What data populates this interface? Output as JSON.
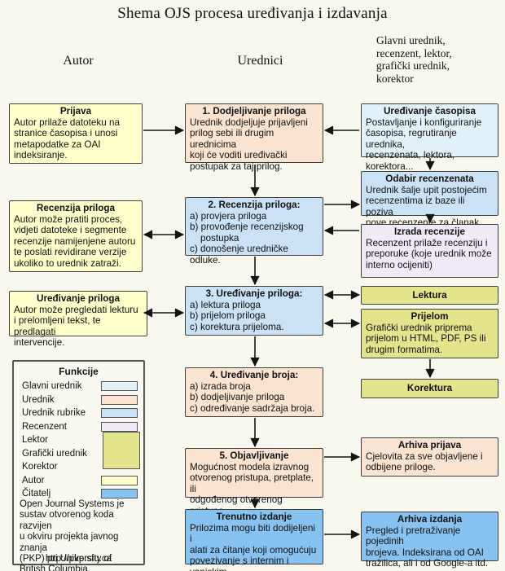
{
  "title": "Shema OJS procesa uređivanja i izdavanja",
  "column_headers": {
    "left": "Autor",
    "middle": "Urednici",
    "right": "Glavni urednik,\nrecenzent, lektor,\ngrafički urednik,\nkorektor"
  },
  "colors": {
    "glavni_urednik": "#E2F1F8",
    "urednik": "#FBE3D1",
    "urednik_rubrike": "#CBE1F5",
    "recenzent": "#EFEAF6",
    "lektor_graficki_korektor": "#E3E58D",
    "autor": "#FFFFCC",
    "citatelj": "#88C2F0",
    "background": "#F8F8EF",
    "border": "#3F3F3F"
  },
  "boxes": {
    "left": [
      {
        "title": "Prijava",
        "body": "Autor prilaže datoteku na\nstranice časopisa i unosi\nmetapodatke za OAI\nindeksiranje."
      },
      {
        "title": "Recenzija priloga",
        "body": "Autor može pratiti proces,\nvidjeti datoteke i segmente\nrecenzije namijenjene autoru\nte poslati revidirane verzije\nukoliko to urednik zatraži."
      },
      {
        "title": "Uređivanje priloga",
        "body": "Autor može pregledati lekturu\ni prelomljeni tekst, te predlagati\nintervencije."
      }
    ],
    "middle": [
      {
        "title": "1. Dodjeljivanje priloga",
        "body": "Urednik dodjeljuje prijavljeni\nprilog sebi ili drugim urednicima\nkoji će voditi uređivački\npostupak za taj prilog."
      },
      {
        "title": "2. Recenzija priloga:",
        "body": "a) provjera priloga\nb) provođenje recenzijskog\n    postupka\nc) donošenje uredničke odluke."
      },
      {
        "title": "3. Uređivanje priloga:",
        "body": "a) lektura priloga\nb) prijelom priloga\nc) korektura prijeloma."
      },
      {
        "title": "4. Uređivanje broja:",
        "body": "a) izrada broja\nb) dodjeljivanje priloga\nc) određivanje sadržaja broja."
      },
      {
        "title": "5. Objavljivanje",
        "body": "Mogućnost modela izravnog\notvorenog pristupa, pretplate, ili\nodgođenog otvorenog pristupa"
      },
      {
        "title": "Trenutno izdanje",
        "body": "Prilozima mogu biti dodijeljeni i\nalati za čitanje koji omogućuju\npovezivanje s internim i vanjskim\nresursima."
      }
    ],
    "right": [
      {
        "title": "Uređivanje časopisa",
        "body": "Postavljanje i konfiguriranje\nčasopisa, regrutiranje urednika,\nrecenzenata, lektora, korektora..."
      },
      {
        "title": "Odabir recenzenata",
        "body": "Urednik šalje upit postojećim\nrecenzentima iz baze ili poziva\nnove recenzente za članak."
      },
      {
        "title": "Izrada recenzije",
        "body": "Recenzent prilaže recenziju i\npreporuke (koje urednik može\ninterno ocijeniti)"
      },
      {
        "title": "Lektura",
        "body": ""
      },
      {
        "title": "Prijelom",
        "body": "Grafički urednik priprema\nprijelom u HTML, PDF, PS ili\ndrugim formatima."
      },
      {
        "title": "Korektura",
        "body": ""
      },
      {
        "title": "Arhiva prijava",
        "body": "Cjelovita za sve objavljene i\nodbijene priloge."
      },
      {
        "title": "Arhiva izdanja",
        "body": "Pregled i pretraživanje pojedinih\nbrojeva. Indeksirana od OAI\ntražilica, ali i od Google-a itd."
      }
    ]
  },
  "legend": {
    "title": "Funkcije",
    "items": [
      {
        "label": "Glavni urednik",
        "color": "#E2F1F8"
      },
      {
        "label": "Urednik",
        "color": "#FBE3D1"
      },
      {
        "label": "Urednik rubrike",
        "color": "#CBE1F5"
      },
      {
        "label": "Recenzent",
        "color": "#EFEAF6"
      },
      {
        "label": "Lektor",
        "color": "#E3E58D"
      },
      {
        "label": "Grafički urednik",
        "color": "#E3E58D"
      },
      {
        "label": "Korektor",
        "color": "#E3E58D"
      },
      {
        "label": "Autor",
        "color": "#FFFFCC"
      },
      {
        "label": "Čitatelj",
        "color": "#88C2F0"
      }
    ],
    "note": "Open Journal Systems je\nsustav otvorenog koda razvijen\nu okviru projekta javnog znanja\n(PKP) pri University of\nBritish Columbia.",
    "url": "http://pkp.sfu.ca"
  }
}
